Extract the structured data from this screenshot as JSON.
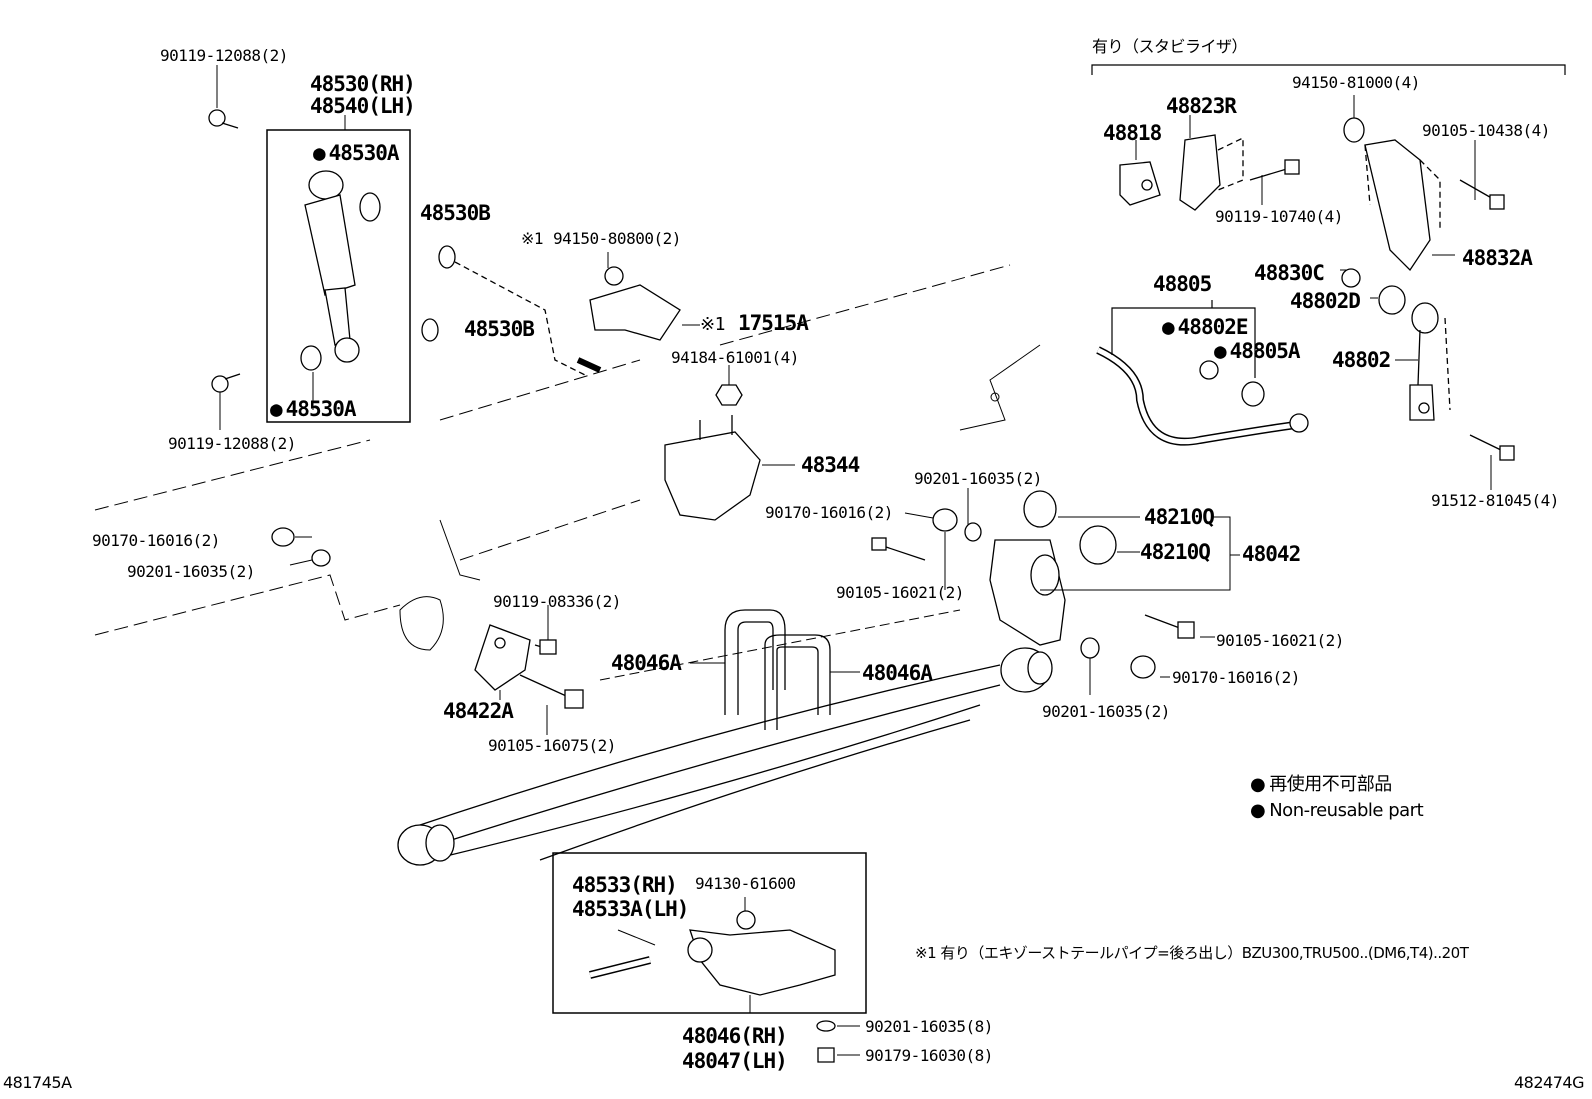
{
  "stabilizer": {
    "header": "有り（スタビライザ）",
    "parts": {
      "p94150_81000": "94150-81000(4)",
      "p48823R": "48823R",
      "p48818": "48818",
      "p90105_10438": "90105-10438(4)",
      "p90119_10740": "90119-10740(4)",
      "p48832A": "48832A",
      "p48830C": "48830C",
      "p48802D": "48802D",
      "p48805": "48805",
      "p48802E": "48802E",
      "p48805A": "48805A",
      "p48802": "48802",
      "p91512_81045": "91512-81045(4)"
    }
  },
  "shock_absorber": {
    "p90119_12088_top": "90119-12088(2)",
    "p48530_rh": "48530(RH)",
    "p48540_lh": "48540(LH)",
    "p48530A_top": "48530A",
    "p48530A_bottom": "48530A",
    "p90119_12088_bottom": "90119-12088(2)",
    "p48530B_top": "48530B",
    "p48530B_mid": "48530B"
  },
  "exhaust": {
    "note_mark": "※1",
    "p94150_80800": "94150-80800(2)",
    "p17515A_mark": "※1",
    "p17515A": "17515A",
    "p94184_61001": "94184-61001(4)"
  },
  "center": {
    "p48344": "48344",
    "p90201_16035_a": "90201-16035(2)",
    "p90170_16016_a": "90170-16016(2)",
    "p48210Q_a": "48210Q",
    "p48210Q_b": "48210Q",
    "p48042": "48042",
    "p90105_16021_a": "90105-16021(2)",
    "p90105_16021_b": "90105-16021(2)",
    "p90170_16016_b": "90170-16016(2)",
    "p90201_16035_b": "90201-16035(2)"
  },
  "left": {
    "p90170_16016": "90170-16016(2)",
    "p90201_16035": "90201-16035(2)",
    "p90119_08336": "90119-08336(2)",
    "p48422A": "48422A",
    "p90105_16075": "90105-16075(2)",
    "p48046A_left": "48046A",
    "p48046A_right": "48046A"
  },
  "shackle_box": {
    "p48533_rh": "48533(RH)",
    "p48533A_lh": "48533A(LH)",
    "p94130_61600": "94130-61600",
    "p48046_rh": "48046(RH)",
    "p48047_lh": "48047(LH)",
    "p90201_16035": "90201-16035(8)",
    "p90179_16030": "90179-16030(8)"
  },
  "legend": {
    "jp": "再使用不可部品",
    "en": "Non-reusable part"
  },
  "footnote": "※1 有り（エキゾーストテールパイプ=後ろ出し）BZU300,TRU500..(DM6,T4)..20T",
  "corner_left": "481745A",
  "corner_right": "482474G"
}
